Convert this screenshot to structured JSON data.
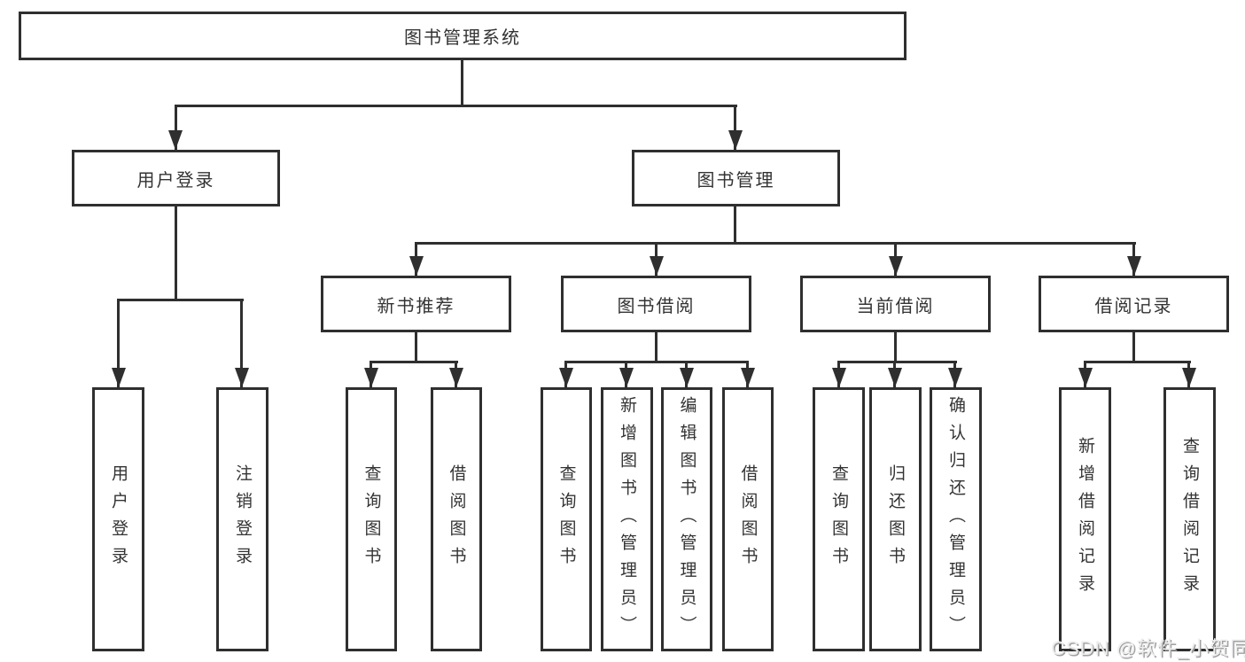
{
  "diagram": {
    "root": {
      "label": "图书管理系统"
    },
    "level1": [
      {
        "label": "用户登录"
      },
      {
        "label": "图书管理"
      }
    ],
    "level2": [
      {
        "label": "新书推荐"
      },
      {
        "label": "图书借阅"
      },
      {
        "label": "当前借阅"
      },
      {
        "label": "借阅记录"
      }
    ],
    "leaves": {
      "login": [
        "用户登录",
        "注销登录"
      ],
      "newbook": [
        "查询图书",
        "借阅图书"
      ],
      "borrow": [
        "查询图书",
        "新增图书（管理员）",
        "编辑图书（管理员）",
        "借阅图书"
      ],
      "current": [
        "查询图书",
        "归还图书",
        "确认归还（管理员）"
      ],
      "records": [
        "新增借阅记录",
        "查询借阅记录"
      ]
    }
  },
  "watermark": {
    "text": "CSDN @软件_小贺同学"
  },
  "colors": {
    "line": "#2f2f2f",
    "text": "#333333",
    "background": "#ffffff",
    "watermark": "#ededed",
    "watermark_shadow": "#a2a2a2"
  }
}
